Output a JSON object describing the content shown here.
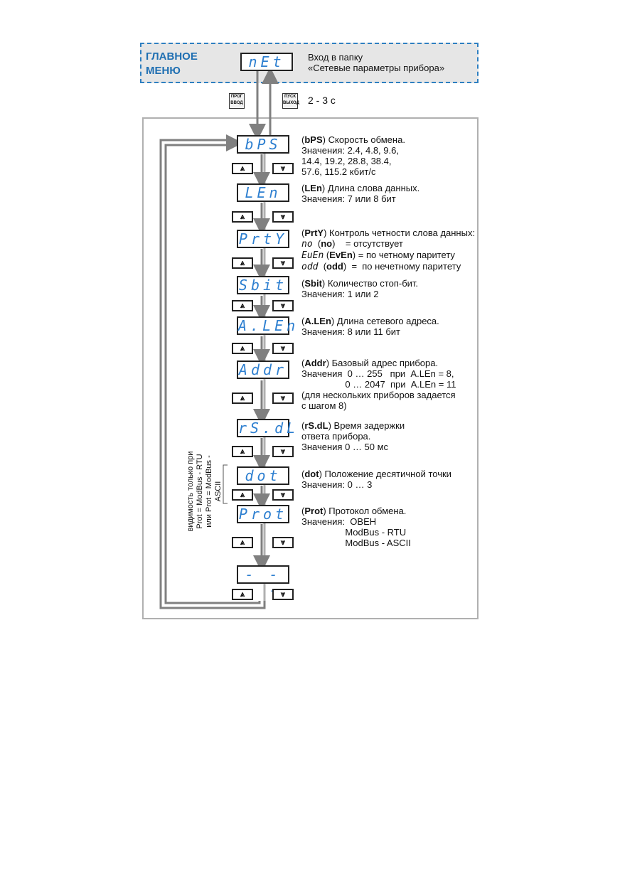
{
  "main_menu": {
    "title": "ГЛАВНОЕ\nМЕНЮ",
    "display": "nEt",
    "description": "Вход в папку\n«Сетевые параметры прибора»"
  },
  "entry": {
    "key_enter_top": "ПРОГ",
    "key_enter_bottom": "ВВОД",
    "key_exit_top": "ПУСК",
    "key_exit_bottom": "ВЫХОД",
    "hold_time": "2 - 3 с"
  },
  "keys": {
    "up": "⩓",
    "down": "⩔"
  },
  "params": [
    {
      "display": "bPS",
      "code": "bPS",
      "desc": " Скорость  обмена.\nЗначения: 2.4, 4.8, 9.6,\n14.4, 19.2, 28.8, 38.4,\n57.6, 115.2 кбит/с"
    },
    {
      "display": "LEn",
      "code": "LEn",
      "desc": " Длина слова данных.\nЗначения: 7 или 8 бит"
    },
    {
      "display": "PrtY",
      "code": "PrtY",
      "desc": " Контроль четности слова данных:"
    },
    {
      "display": "Sbit",
      "code": "Sbit",
      "desc": " Количество стоп-бит.\nЗначения: 1 или 2"
    },
    {
      "display": "A.LEn",
      "code": "A.LEn",
      "desc": " Длина сетевого адреса.\nЗначения: 8 или 11 бит"
    },
    {
      "display": "Addr",
      "code": "Addr",
      "desc": " Базовый адрес прибора.\nЗначения  0 … 255   при  A.LEn = 8,\n                 0 … 2047  при  A.LEn = 11\n(для нескольких приборов задается\nс шагом 8)"
    },
    {
      "display": "rS.dL",
      "code": "rS.dL",
      "desc": " Время задержки\nответа прибора.\nЗначения  0 … 50 мс"
    },
    {
      "display": "dot",
      "code": "dot",
      "desc": " Положение десятичной точки\nЗначения: 0 … 3"
    },
    {
      "display": "Prot",
      "code": "Prot",
      "desc": " Протокол обмена.\nЗначения:  ОВЕН\n                 ModBus - RTU\n                 ModBus - ASCII"
    },
    {
      "display": "- - - -",
      "code": "",
      "desc": ""
    }
  ],
  "parity": [
    {
      "code": "no",
      "bold": "no",
      "text": "    = отсутствует"
    },
    {
      "code": "EuEn",
      "bold": "EvEn",
      "text": " = по четному паритету"
    },
    {
      "code": "odd",
      "bold": "odd",
      "text": "  =  по нечетному паритету"
    }
  ],
  "visibility_note": "видимость только при\nProt = ModBus - RTU\nили Prot = ModBus - ASCII",
  "colors": {
    "accent": "#2e7fc1",
    "display_text": "#2d7fd0",
    "arrow": "#808080",
    "frame": "#b0b0b0"
  }
}
